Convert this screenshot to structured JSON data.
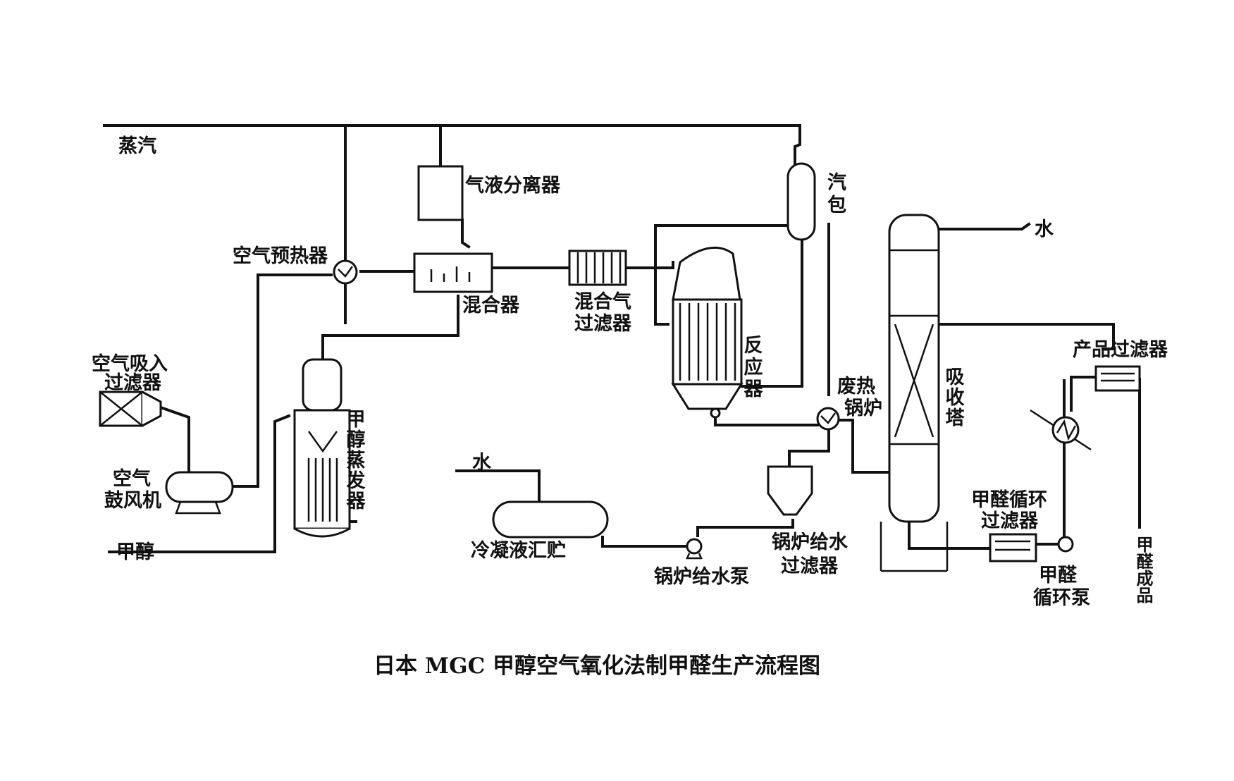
{
  "caption": "日本 MGC 甲醇空气氧化法制甲醛生产流程图",
  "labels": {
    "steam": "蒸汽",
    "gas_liquid_separator": "气液分离器",
    "air_preheater": "空气预热器",
    "mixer": "混合器",
    "mixed_gas_filter_1": "混合气",
    "mixed_gas_filter_2": "过滤器",
    "steam_drum_1": "汽",
    "steam_drum_2": "包",
    "reactor": "反应器",
    "water_top": "水",
    "air_intake_filter_1": "空气吸入",
    "air_intake_filter_2": "过滤器",
    "air_blower_1": "空气",
    "air_blower_2": "鼓风机",
    "methanol_evaporator": "甲醇蒸发器",
    "methanol": "甲醇",
    "waste_heat_boiler_1": "废热",
    "waste_heat_boiler_2": "锅炉",
    "absorber": "吸收塔",
    "product_filter": "产品过滤器",
    "water_mid": "水",
    "condensate_tank": "冷凝液汇贮",
    "boiler_feed_pump": "锅炉给水泵",
    "boiler_feed_filter_1": "锅炉给水",
    "boiler_feed_filter_2": "过滤器",
    "formaldehyde_circ_filter_1": "甲醛循环",
    "formaldehyde_circ_filter_2": "过滤器",
    "formaldehyde_circ_pump_1": "甲醛",
    "formaldehyde_circ_pump_2": "循环泵",
    "formaldehyde_product": "甲醛成品"
  }
}
